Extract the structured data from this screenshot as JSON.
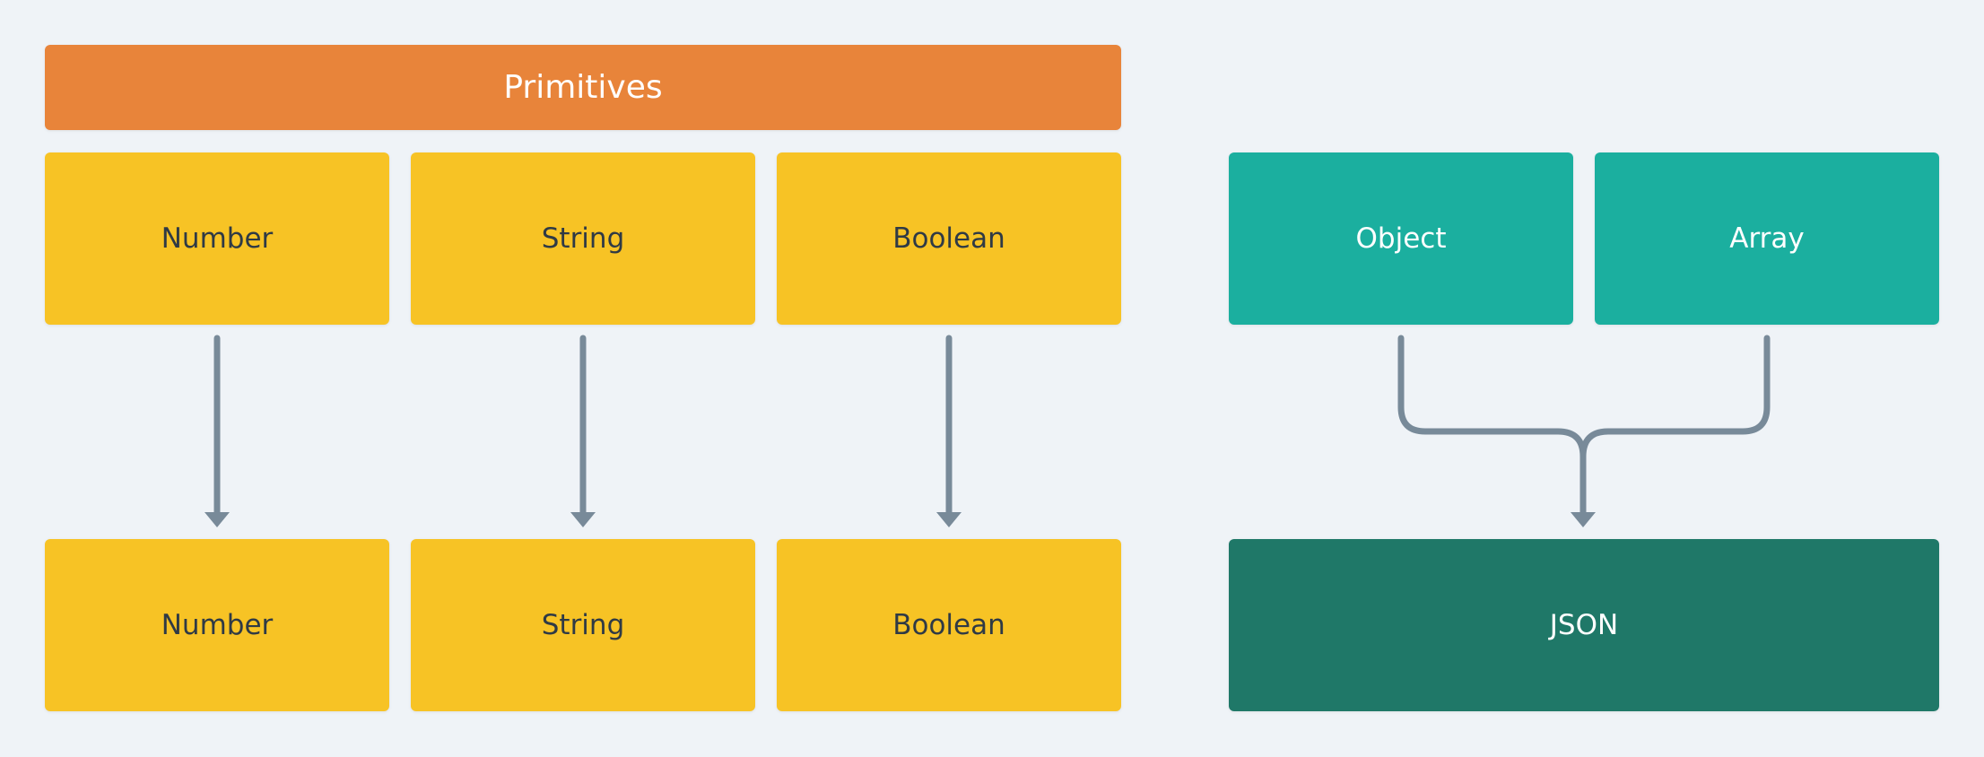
{
  "colors": {
    "background": "#eff3f7",
    "primitives_header": "#e8843a",
    "primitive_box": "#f7c325",
    "composite_box": "#1baf9f",
    "json_box": "#1f7868",
    "arrow": "#788a99",
    "dark_text": "#2f3a45",
    "light_text": "#ffffff"
  },
  "header": {
    "label": "Primitives"
  },
  "top_row": {
    "number": "Number",
    "string": "String",
    "boolean": "Boolean",
    "object": "Object",
    "array": "Array"
  },
  "bottom_row": {
    "number": "Number",
    "string": "String",
    "boolean": "Boolean",
    "json": "JSON"
  }
}
